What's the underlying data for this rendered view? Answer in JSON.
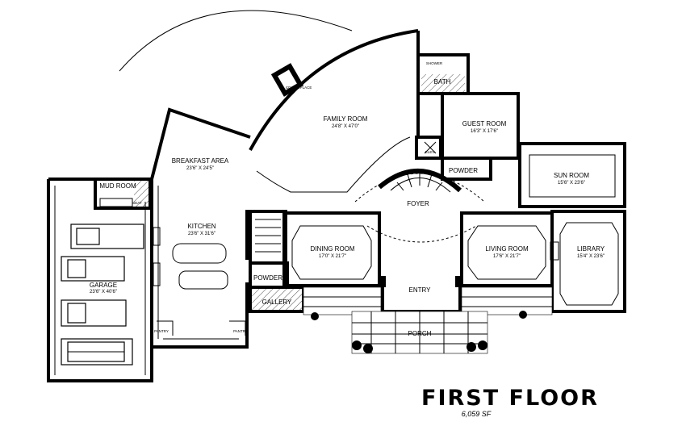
{
  "floor_title": "FIRST FLOOR",
  "floor_area": "6,059 SF",
  "rooms": {
    "family_room": {
      "name": "FAMILY ROOM",
      "dims": "24'8\" X 47'0\""
    },
    "breakfast_area": {
      "name": "BREAKFAST AREA",
      "dims": "23'6\" X 24'5\""
    },
    "guest_room": {
      "name": "GUEST ROOM",
      "dims": "16'3\" X 17'6\""
    },
    "sun_room": {
      "name": "SUN ROOM",
      "dims": "15'6\" X 23'6\""
    },
    "mud_room": {
      "name": "MUD ROOM"
    },
    "kitchen": {
      "name": "KITCHEN",
      "dims": "23'6\" X 31'6\""
    },
    "garage": {
      "name": "GARAGE",
      "dims": "23'6\" X 40'6\""
    },
    "foyer": {
      "name": "FOYER"
    },
    "dining_room": {
      "name": "DINING ROOM",
      "dims": "17'0\" X 21'7\""
    },
    "living_room": {
      "name": "LIVING ROOM",
      "dims": "17'6\" X 21'7\""
    },
    "library": {
      "name": "LIBRARY",
      "dims": "15'4\" X 23'6\""
    },
    "bath": {
      "name": "BATH"
    },
    "powder_upper": {
      "name": "POWDER"
    },
    "powder_lower": {
      "name": "POWDER"
    },
    "gallery": {
      "name": "GALLERY"
    },
    "entry": {
      "name": "ENTRY"
    },
    "porch": {
      "name": "PORCH"
    },
    "pantry_left": {
      "name": "PANTRY"
    },
    "pantry_right": {
      "name": "PANTRY"
    }
  },
  "small_labels": {
    "fireplace": "42\" FIREPLACE",
    "shower": "SHOWER",
    "elev": "ELEV.",
    "seat": "SEAT"
  }
}
